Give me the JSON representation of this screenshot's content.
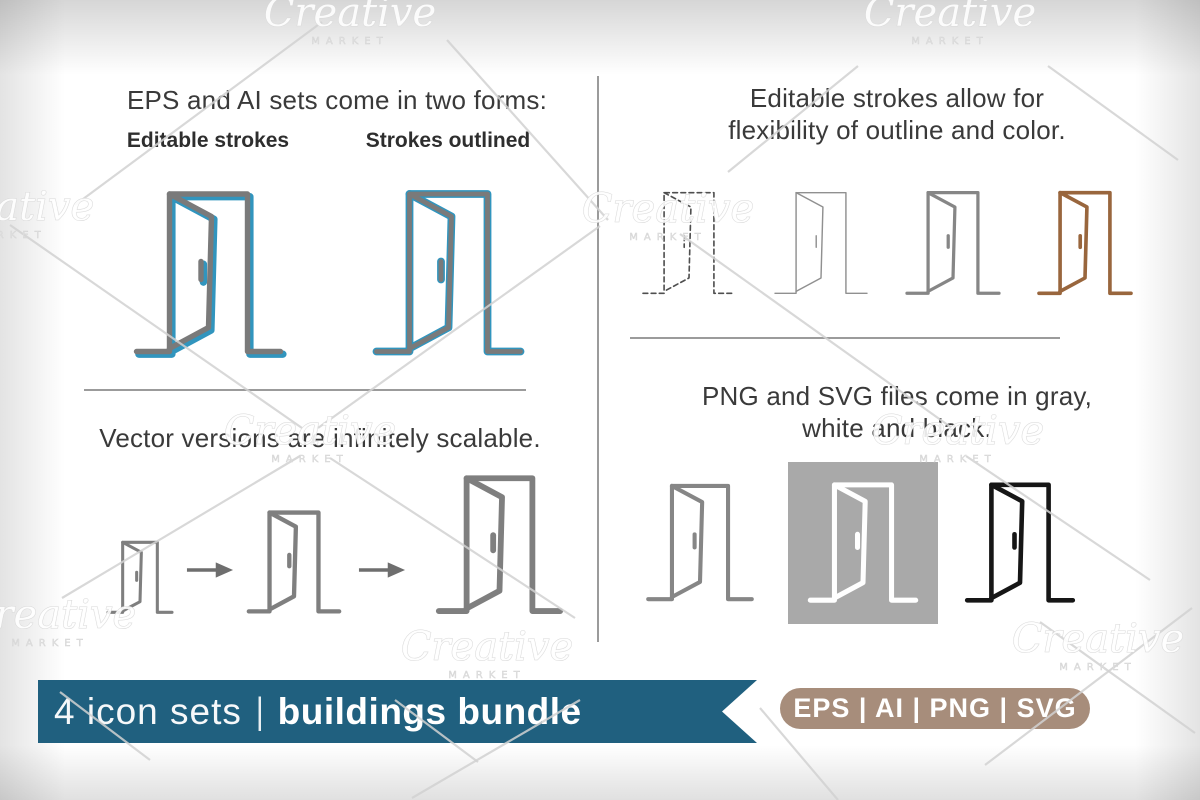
{
  "colors": {
    "ink": "#3a3a3a",
    "divider": "#9b9b9b",
    "accent-blue": "#3195be",
    "door-gray": "#7a7a7a",
    "thin-door-gray": "#909090",
    "mid-door-gray": "#868686",
    "dashed-door-gray": "#4f4f4f",
    "door-brown": "#99663d",
    "scale-door-gray": "#7f7f7f",
    "arrow-gray": "#6e6e6e",
    "square-gray": "#a9a9a9",
    "black-door": "#161616",
    "banner-bg": "#20607f",
    "badge-bg": "#a78d7b",
    "watermark-line": "#d2d2d2"
  },
  "watermark": {
    "script": "Creative",
    "caps": "MARKET"
  },
  "top_left": {
    "heading": "EPS and AI sets come in two forms:",
    "label_editable": "Editable strokes",
    "label_outlined": "Strokes outlined"
  },
  "top_right": {
    "heading": "Editable strokes allow for\nflexibility of outline and color."
  },
  "bottom_left": {
    "heading": "Vector versions are infinitely scalable."
  },
  "bottom_right": {
    "heading": "PNG and SVG files come in gray,\nwhite and black."
  },
  "banner": {
    "product_count_label": "4 icon sets",
    "separator": "|",
    "product_name": "buildings bundle"
  },
  "format_badge": {
    "text": "EPS | AI | PNG | SVG"
  }
}
